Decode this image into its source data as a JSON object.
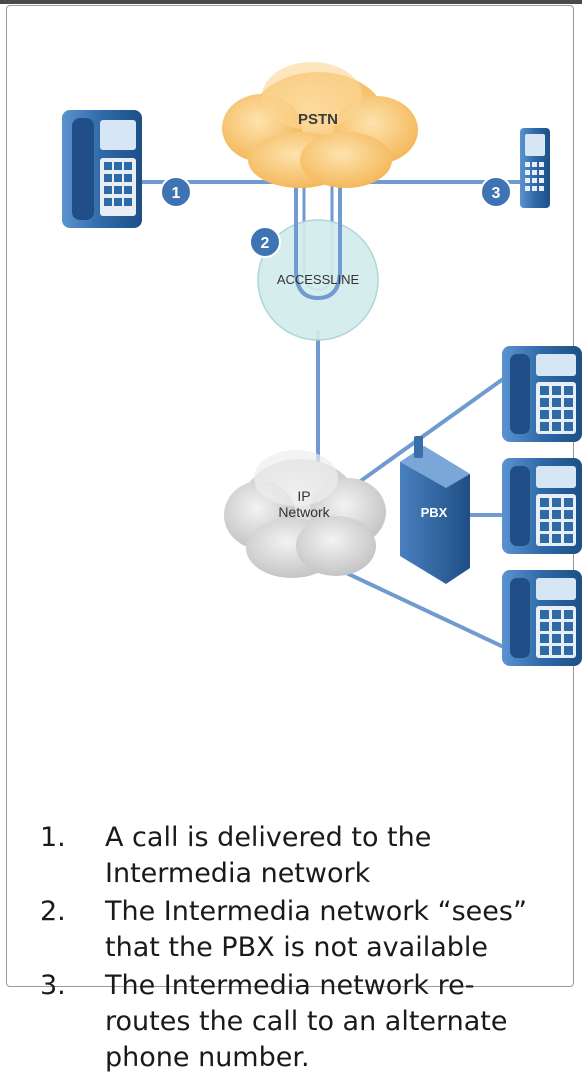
{
  "diagram": {
    "pstn_label": "PSTN",
    "accessline_label": "ACCESSLINE",
    "ip_network_label_line1": "IP",
    "ip_network_label_line2": "Network",
    "pbx_label": "PBX",
    "markers": [
      "1",
      "2",
      "3"
    ]
  },
  "steps": [
    {
      "number": "1.",
      "text_line1": "A call is delivered to the",
      "text_line2": "Intermedia network"
    },
    {
      "number": "2.",
      "text_line1": "The Intermedia network “sees”",
      "text_line2": "that the PBX is not available"
    },
    {
      "number": "3.",
      "text_line1": "The Intermedia network re-",
      "text_line2": "routes the call to an alternate",
      "text_line3": "phone number."
    }
  ],
  "colors": {
    "line_blue": "#6f9bd0",
    "phone_blue": "#2f6aa8",
    "marker_blue": "#3f74b4",
    "cloud_orange": "#f7c46f",
    "accessline_teal": "#d3ecec",
    "cloud_gray": "#d5d5d5"
  }
}
